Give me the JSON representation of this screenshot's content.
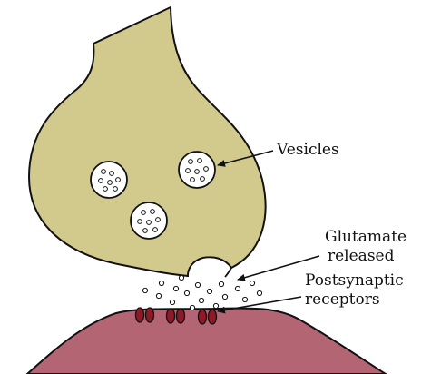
{
  "diagram": {
    "colors": {
      "terminal_fill": "#d2c98d",
      "terminal_stroke": "#111111",
      "postsynaptic_fill": "#b46574",
      "receptor_fill": "#8e1a28",
      "vesicle_fill": "#ffffff"
    },
    "labels": {
      "vesicles": "Vesicles",
      "glutamate_line1": "Glutamate",
      "glutamate_line2": "released",
      "postsynaptic_line1": "Postsynaptic",
      "postsynaptic_line2": "receptors"
    }
  }
}
